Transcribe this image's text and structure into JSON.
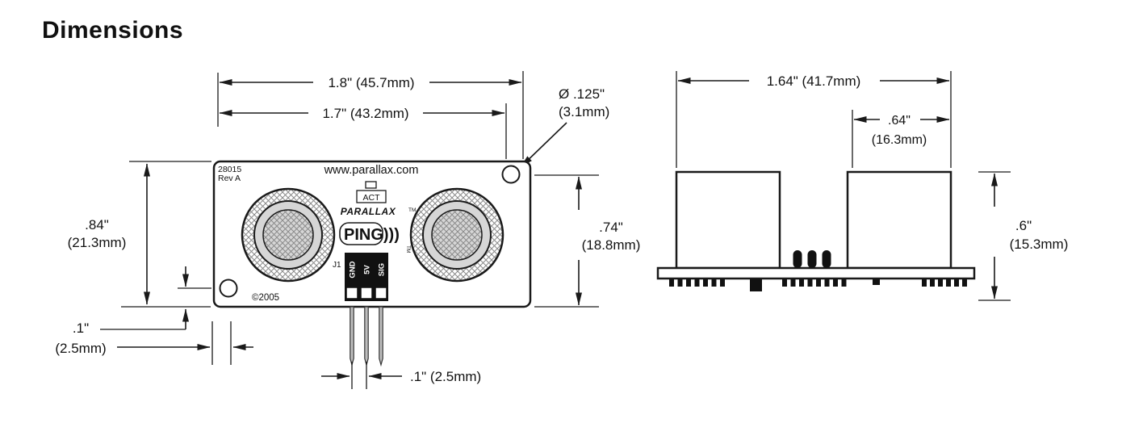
{
  "title": "Dimensions",
  "front_view": {
    "dims": {
      "width_outer": "1.8\" (45.7mm)",
      "width_inner": "1.7\" (43.2mm)",
      "hole_diameter_line1": "Ø .125\"",
      "hole_diameter_line2": "(3.1mm)",
      "height_line1": ".84\"",
      "height_line2": "(21.3mm)",
      "right_height_line1": ".74\"",
      "right_height_line2": "(18.8mm)",
      "hole_offset_line1": ".1\"",
      "hole_offset_line2": "(2.5mm)",
      "pin_spacing": ".1\" (2.5mm)"
    },
    "board": {
      "part_number": "28015",
      "revision": "Rev A",
      "website": "www.parallax.com",
      "act_label": "ACT",
      "brand": "PARALLAX",
      "trademark": "TM",
      "product_logo": "PING)))",
      "connector_label": "J1",
      "pin_labels": [
        "GND",
        "5V",
        "SIG"
      ],
      "copyright": "©2005"
    }
  },
  "side_view": {
    "dims": {
      "width": "1.64\" (41.7mm)",
      "offset_line1": ".64\"",
      "offset_line2": "(16.3mm)",
      "height_line1": ".6\"",
      "height_line2": "(15.3mm)"
    }
  },
  "colors": {
    "ink": "#1a1a1a",
    "metal_ring": "#d6d6d6",
    "header_black": "#111111"
  }
}
